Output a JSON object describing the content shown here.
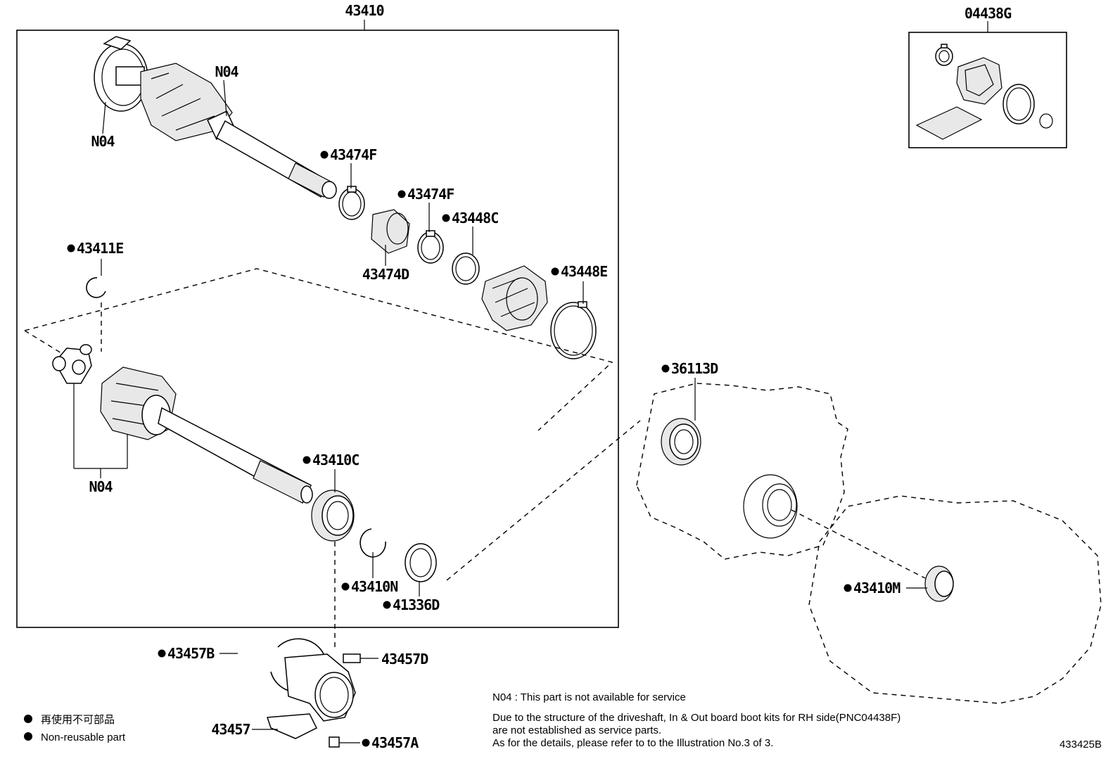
{
  "labels": {
    "assembly": "43410",
    "kit": "04438G",
    "n04_a": "N04",
    "n04_b": "N04",
    "n04_c": "N04",
    "p43474F_1": "43474F",
    "p43474F_2": "43474F",
    "p43448C": "43448C",
    "p43474D": "43474D",
    "p43448E": "43448E",
    "p43411E": "43411E",
    "p43410C": "43410C",
    "p43410N": "43410N",
    "p41336D": "41336D",
    "p36113D": "36113D",
    "p43410M": "43410M",
    "p43457B": "43457B",
    "p43457D": "43457D",
    "p43457": "43457",
    "p43457A": "43457A",
    "diagram_id": "433425B"
  },
  "legend": {
    "jp": "再使用不可部品",
    "en": "Non-reusable part"
  },
  "notes": {
    "n04": "N04 : This part is not available for service",
    "line1": "Due to the structure of the driveshaft, In & Out board  boot kits for RH side(PNC04438F)",
    "line2": "are not established as service parts.",
    "line3": "As for the details, please refer to to the Illustration No.3 of 3."
  }
}
